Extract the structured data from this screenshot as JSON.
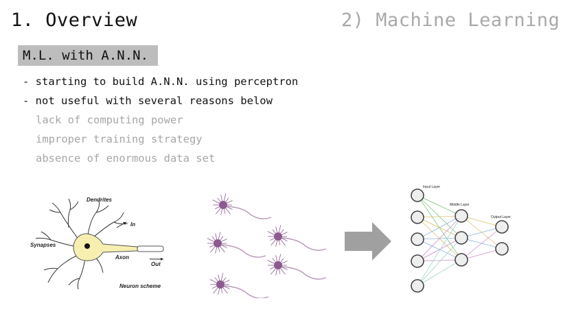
{
  "header": {
    "title": "1. Overview",
    "section": "2) Machine Learning"
  },
  "subtitle": "M.L. with A.N.N.",
  "bullets": [
    "- starting to build A.N.N. using perceptron",
    "- not useful with several reasons below"
  ],
  "reasons": [
    "lack of computing power",
    "improper training strategy",
    "absence of enormous data set"
  ],
  "neuron_figure": {
    "dendrites": "Dendrites",
    "in": "In",
    "synapses": "Synapses",
    "axon": "Axon",
    "out": "Out",
    "caption": "Neuron scheme"
  },
  "network_figure": {
    "input_layer": "Input Layer",
    "middle_layer": "Middle Layer",
    "output_layer": "Output Layer"
  },
  "colors": {
    "tag_bg": "#bdbdbd",
    "muted_text": "#a6a6a6",
    "arrow": "#a0a0a0",
    "neuron_body": "#f7efb0",
    "cell_purple": "#8b5a8e"
  }
}
